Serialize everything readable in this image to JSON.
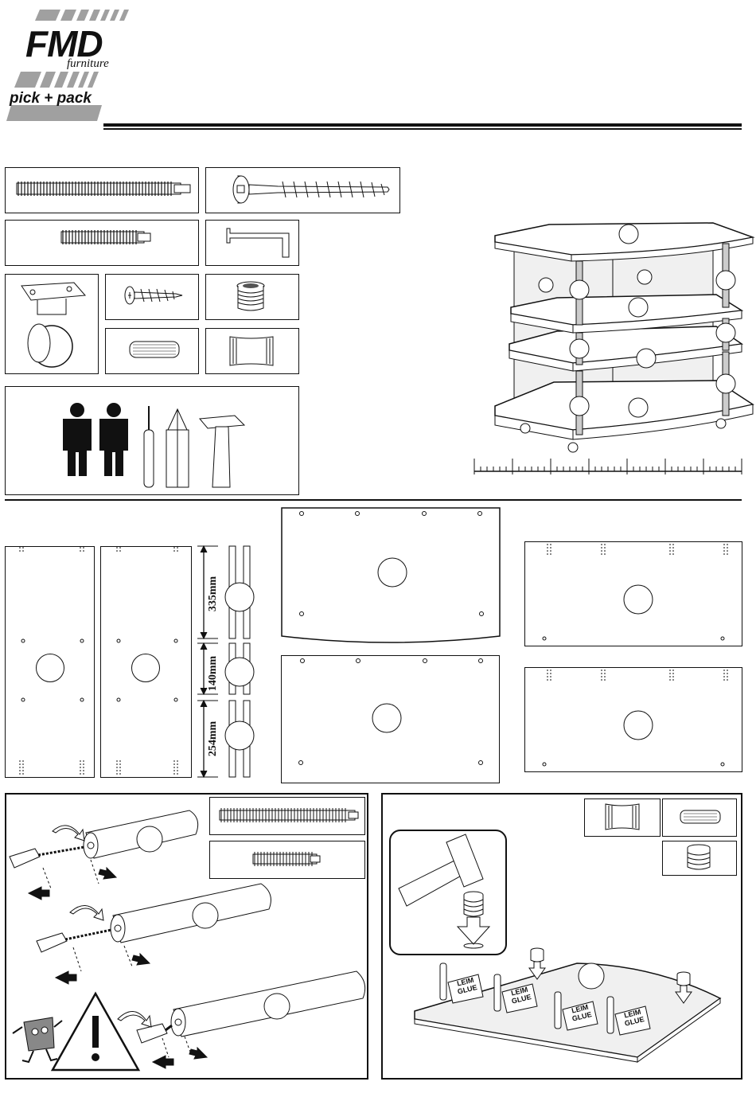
{
  "brand": {
    "name": "FMD",
    "subtitle": "furniture",
    "tagline": "pick + pack"
  },
  "cutting_lengths": {
    "top": "335mm",
    "middle": "140mm",
    "bottom": "254mm"
  },
  "glue_label": {
    "line1": "LEIM",
    "line2": "GLUE"
  },
  "icons": {
    "warning": "warning-triangle-icon",
    "person": "person-icon",
    "screwdriver": "screwdriver-icon",
    "awl": "awl-icon",
    "hammer": "hammer-icon"
  },
  "colors": {
    "ink": "#111111",
    "panel": "#f0f0f0",
    "logo_stripe": "#a0a0a0"
  }
}
